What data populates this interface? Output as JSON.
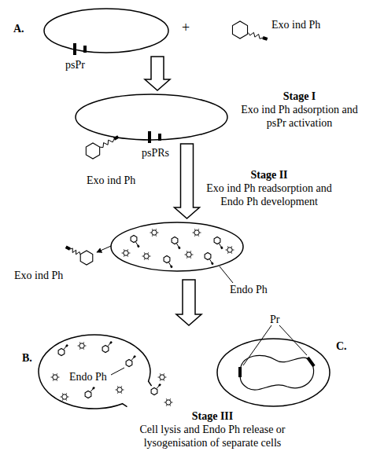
{
  "diagram": {
    "nodes": [
      {
        "text": [
          "A.",
          "psPr"
        ]
      },
      {
        "text": [
          "psPRs"
        ]
      },
      {
        "text": [
          "Endo Ph"
        ]
      },
      {
        "text": [
          "B.",
          "Endo Ph"
        ]
      },
      {
        "text": [
          "C.",
          "Pr"
        ]
      }
    ],
    "edges": [
      {
        "from": 0,
        "to": 1,
        "arrow": "to"
      },
      {
        "from": 1,
        "to": 2,
        "arrow": "to"
      }
    ],
    "labels": [
      "Exo ind Ph",
      "+",
      "Stage I",
      "Exo ind Ph adsorption and psPr activation",
      "Exo ind Ph",
      "Stage II",
      "Exo ind Ph readsorption and Endo Ph development",
      "Exo ind Ph",
      "Stage III",
      "Cell lysis and Endo Ph release or lysogenisation of separate cells"
    ]
  }
}
